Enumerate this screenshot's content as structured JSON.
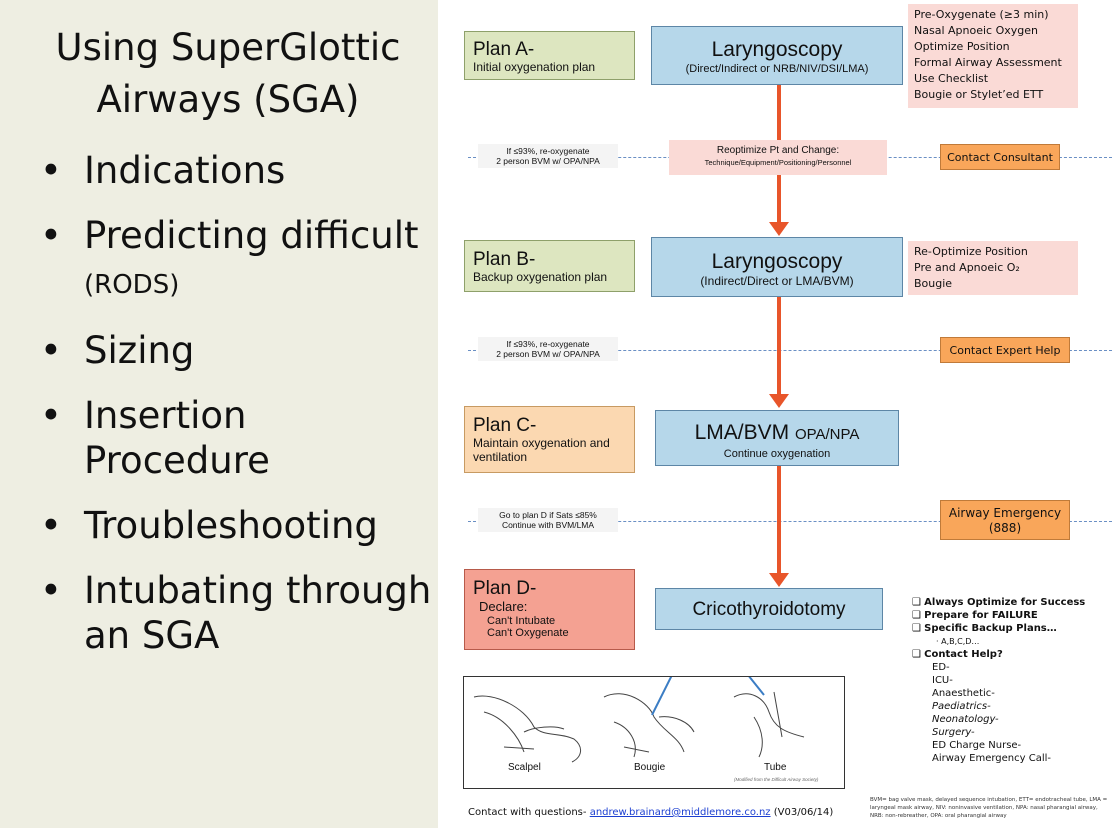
{
  "slide": {
    "title": "Using SuperGlottic Airways (SGA)",
    "bullets": [
      {
        "text": "Indications"
      },
      {
        "text": "Predicting difficult",
        "suffix": "(RODS)"
      },
      {
        "text": "Sizing"
      },
      {
        "text": "Insertion Procedure"
      },
      {
        "text": "Troubleshooting"
      },
      {
        "text": "Intubating through an SGA"
      }
    ]
  },
  "flowchart": {
    "plans": [
      {
        "title": "Plan A-",
        "subtitle": "Initial oxygenation plan",
        "color": "#dde6c0"
      },
      {
        "title": "Plan B-",
        "subtitle": "Backup oxygenation plan",
        "color": "#dde6c0"
      },
      {
        "title": "Plan C-",
        "subtitle": "Maintain oxygenation and ventilation",
        "color": "#fbd8b1"
      },
      {
        "title": "Plan D-",
        "subtitle": "Declare:",
        "lines": [
          "Can't Intubate",
          "Can't Oxygenate"
        ],
        "color": "#f4a192"
      }
    ],
    "steps": [
      {
        "main": "Laryngoscopy",
        "sub": "(Direct/Indirect or NRB/NIV/DSI/LMA)"
      },
      {
        "main": "Laryngoscopy",
        "sub": "(Indirect/Direct or LMA/BVM)"
      },
      {
        "main": "LMA/BVM",
        "main_small": "OPA/NPA",
        "sub": "Continue oxygenation"
      },
      {
        "main": "Cricothyroidotomy",
        "sub": ""
      }
    ],
    "notes_a": [
      "Pre-Oxygenate (≥3 min)",
      "Nasal Apnoeic Oxygen",
      "Optimize Position",
      "Formal Airway Assessment",
      "Use Checklist",
      "Bougie or Stylet’ed ETT"
    ],
    "notes_b": [
      "Re-Optimize Position",
      "Pre and Apnoeic  O₂",
      "Bougie"
    ],
    "transitions": [
      {
        "left": [
          "If ≤93%, re-oxygenate",
          "2 person BVM w/ OPA/NPA"
        ],
        "middle_title": "Reoptimize Pt and Change:",
        "middle_sub": "Technique/Equipment/Positioning/Personnel",
        "right": [
          "Contact Consultant"
        ]
      },
      {
        "left": [
          "If ≤93%, re-oxygenate",
          "2 person BVM w/ OPA/NPA"
        ],
        "right": [
          "Contact Expert Help"
        ]
      },
      {
        "left": [
          "Go to plan D if Sats ≤85%",
          "Continue with BVM/LMA"
        ],
        "right": [
          "Airway Emergency",
          "(888)"
        ]
      }
    ],
    "checklist": {
      "items": [
        "Always Optimize for Success",
        "Prepare for FAILURE",
        "Specific Backup Plans…"
      ],
      "sub": "A,B,C,D…",
      "contact_title": "Contact Help?",
      "contacts": [
        "ED-",
        "ICU-",
        "Anaesthetic-",
        "Paediatrics-",
        "Neonatology-",
        "Surgery-",
        "ED Charge Nurse-",
        "Airway Emergency Call-"
      ]
    },
    "illustration": {
      "labels": [
        "Scalpel",
        "Bougie",
        "Tube"
      ],
      "credit": "(Modified from the Difficult Airway Society)"
    },
    "footer": {
      "prefix": "Contact with questions-",
      "email": "andrew.brainard@middlemore.co.nz",
      "version": "(V03/06/14)"
    },
    "abbreviations": "BVM= bag valve mask, delayed sequence intubation, ETT= endotracheal tube, LMA = laryngeal mask airway, NIV: noninvasive ventilation, NPA: nasal pharangial airway, NRB: non-rebreather, OPA: oral pharangial airway"
  }
}
